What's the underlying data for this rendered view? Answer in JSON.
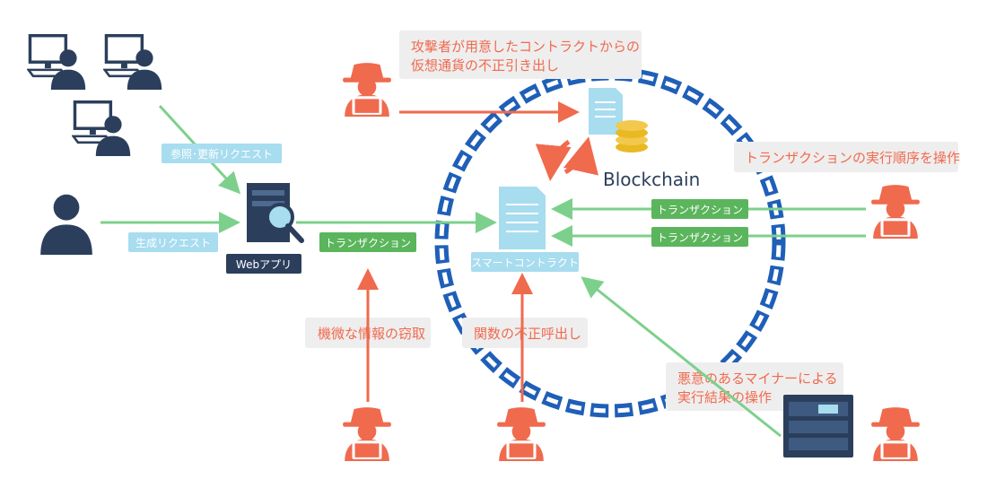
{
  "blockchain": {
    "label": "Blockchain"
  },
  "labels": {
    "ref_update_request": "参照･更新リクエスト",
    "create_request": "生成リクエスト",
    "web_app": "Webアプリ",
    "transaction_main": "トランザクション",
    "smart_contract": "スマートコントラクト",
    "transaction_right_1": "トランザクション",
    "transaction_right_2": "トランザクション"
  },
  "threats": {
    "theft_line1": "攻撃者が用意したコントラクトからの",
    "theft_line2": "仮想通貨の不正引き出し",
    "reorder": "トランザクションの実行順序を操作",
    "info_theft": "機微な情報の窃取",
    "illegal_call": "関数の不正呼出し",
    "miner_line1": "悪意のあるマイナーによる",
    "miner_line2": "実行結果の操作"
  },
  "colors": {
    "attacker": "#f06a4e",
    "green": "#7dd08c",
    "label_green": "#5bb55c",
    "navy": "#2b3f5c",
    "light_blue": "#a8dcef",
    "chain": "#1f5fb8",
    "callout_bg": "#eeeeee"
  }
}
